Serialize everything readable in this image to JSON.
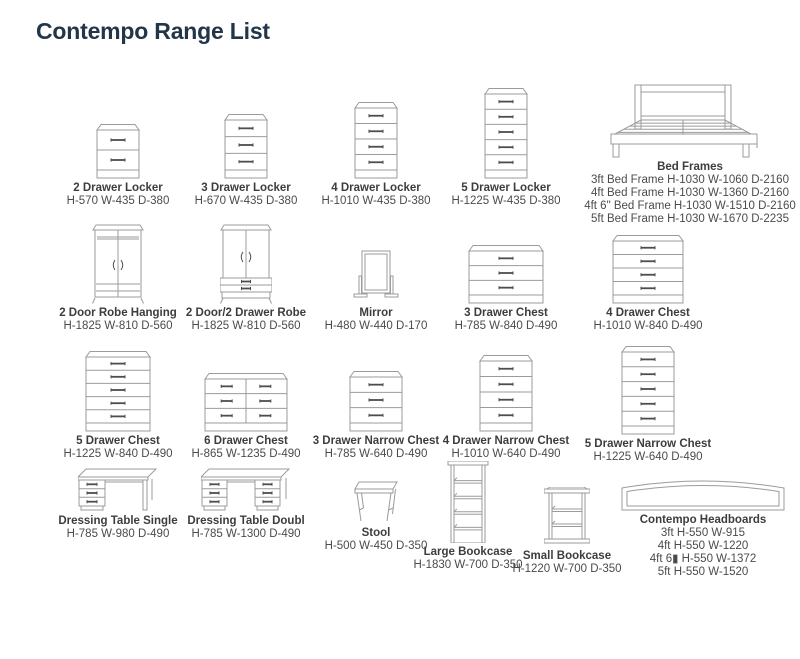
{
  "page": {
    "title": "Contempo Range List"
  },
  "items": [
    {
      "name": "2 Drawer Locker",
      "dims": "H-570 W-435 D-380"
    },
    {
      "name": "3 Drawer Locker",
      "dims": "H-670 W-435 D-380"
    },
    {
      "name": "4 Drawer Locker",
      "dims": "H-1010 W-435 D-380"
    },
    {
      "name": "5 Drawer Locker",
      "dims": "H-1225 W-435 D-380"
    },
    {
      "name": "Bed Frames",
      "dim_lines": [
        "3ft Bed Frame H-1030 W-1060 D-2160",
        "4ft Bed Frame H-1030 W-1360 D-2160",
        "4ft 6\" Bed Frame H-1030 W-1510 D-2160",
        "5ft Bed Frame H-1030 W-1670 D-2235"
      ]
    },
    {
      "name": "2 Door Robe Hanging",
      "dims": "H-1825 W-810 D-560"
    },
    {
      "name": "2 Door/2 Drawer Robe",
      "dims": "H-1825 W-810 D-560"
    },
    {
      "name": "Mirror",
      "dims": "H-480 W-440 D-170"
    },
    {
      "name": "3 Drawer Chest",
      "dims": "H-785 W-840 D-490"
    },
    {
      "name": "4 Drawer Chest",
      "dims": "H-1010 W-840 D-490"
    },
    {
      "name": "5 Drawer Chest",
      "dims": "H-1225 W-840 D-490"
    },
    {
      "name": "6 Drawer Chest",
      "dims": "H-865 W-1235 D-490"
    },
    {
      "name": "3 Drawer Narrow Chest",
      "dims": "H-785 W-640 D-490"
    },
    {
      "name": "4 Drawer Narrow Chest",
      "dims": "H-1010 W-640 D-490"
    },
    {
      "name": "5 Drawer Narrow Chest",
      "dims": "H-1225 W-640 D-490"
    },
    {
      "name": "Dressing Table Single",
      "dims": "H-785 W-980 D-490"
    },
    {
      "name": "Dressing Table Doubl",
      "dims": "H-785 W-1300 D-490"
    },
    {
      "name": "Stool",
      "dims": "H-500 W-450 D-350"
    },
    {
      "name": "Large Bookcase",
      "dims": "H-1830 W-700 D-350"
    },
    {
      "name": "Small Bookcase",
      "dims": "H-1220 W-700 D-350"
    },
    {
      "name": "Contempo Headboards",
      "dim_lines": [
        "3ft H-550 W-915",
        "4ft H-550 W-1220",
        "4ft 6▮ H-550 W-1372",
        "5ft H-550 W-1520"
      ]
    }
  ]
}
